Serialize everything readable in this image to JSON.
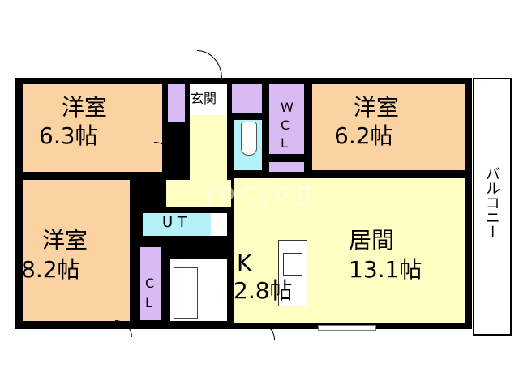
{
  "rooms": {
    "western_1": {
      "name": "洋室",
      "size": "6.3帖"
    },
    "western_2": {
      "name": "洋室",
      "size": "6.2帖"
    },
    "western_3": {
      "name": "洋室",
      "size": "8.2帖"
    },
    "living": {
      "name": "居間",
      "size": "13.1帖"
    },
    "kitchen": {
      "name": "K",
      "size": "2.8帖"
    },
    "entrance": "玄関",
    "walk_in_closet": "W\nC\nL",
    "utility": "U T",
    "closet": "C\nL",
    "balcony": "バルコニー"
  },
  "watermark": "jocjog",
  "colors": {
    "room": "#FBD3A3",
    "living": "#FFFFC4",
    "storage": "#D9BBF3",
    "wet": "#B4F2F9"
  }
}
